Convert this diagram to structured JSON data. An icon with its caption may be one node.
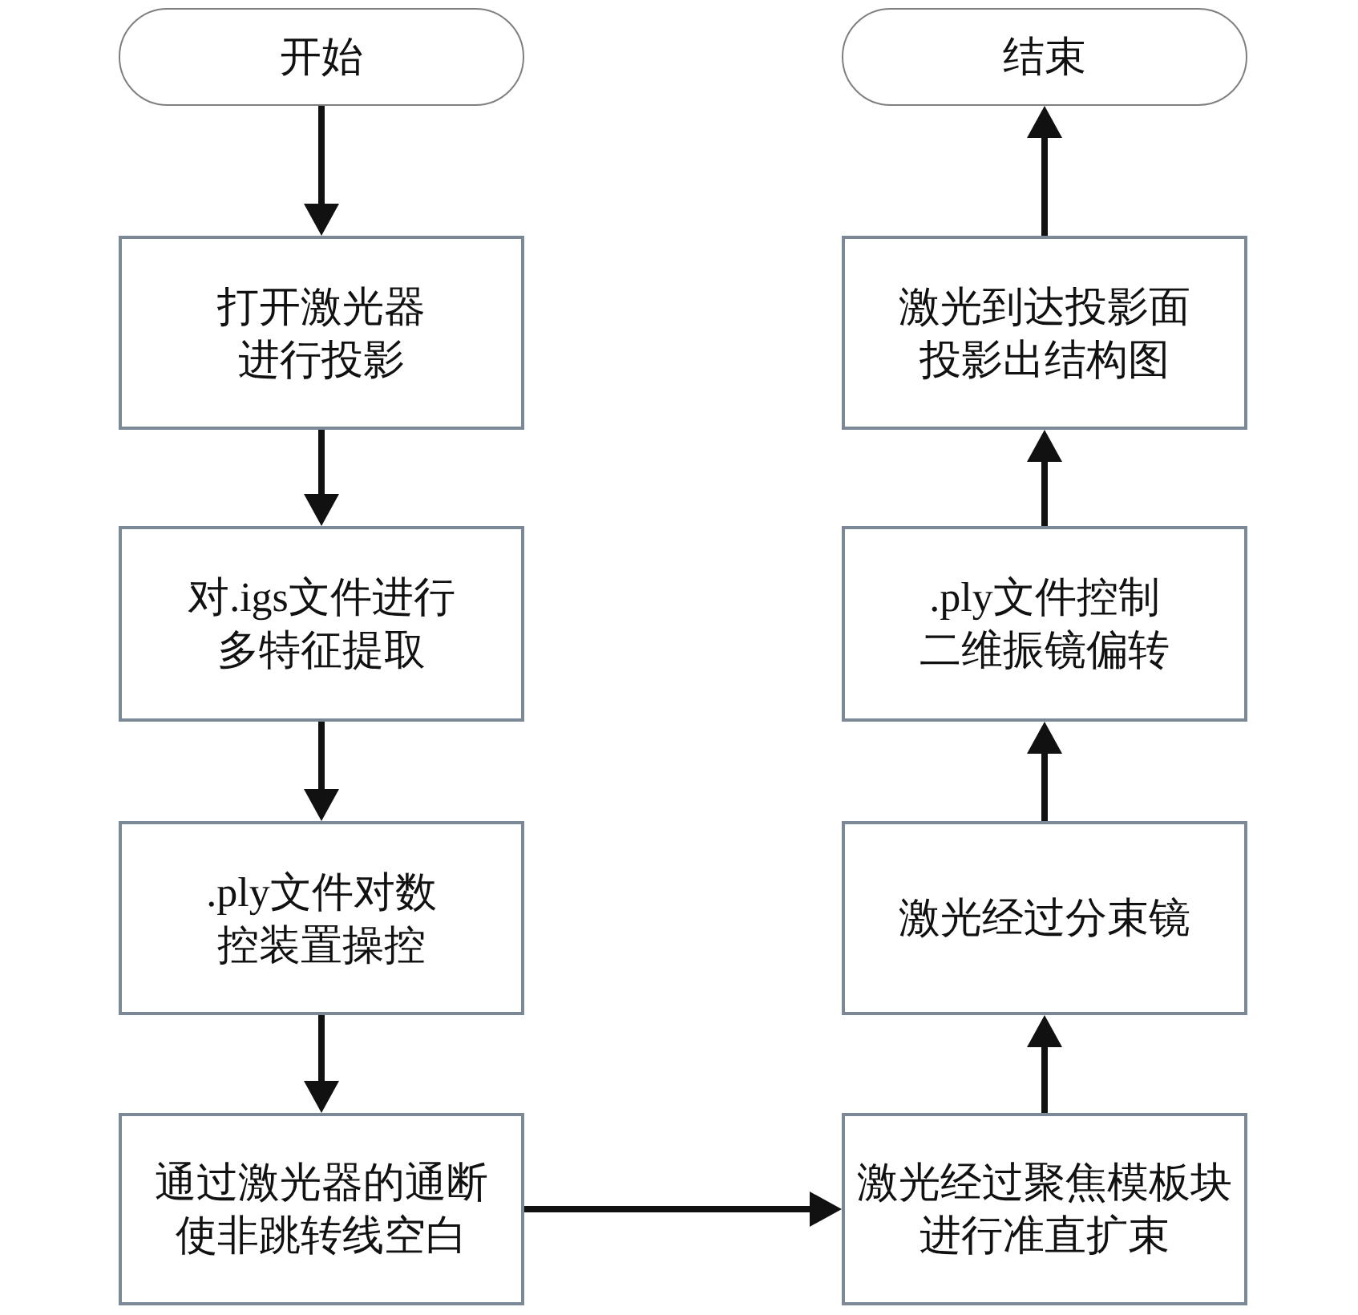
{
  "diagram": {
    "nodes": [
      {
        "text": [
          "开始"
        ]
      },
      {
        "text": [
          "结束"
        ]
      },
      {
        "text": [
          "打开激光器进行投影"
        ]
      },
      {
        "text": [
          "激光到达投影面投影出结构图"
        ]
      },
      {
        "text": [
          "对.igs文件进行多特征提取"
        ]
      },
      {
        "text": [
          ".ply文件控制二维振镜偏转"
        ]
      },
      {
        "text": [
          ".ply文件对数控装置操控"
        ]
      },
      {
        "text": [
          "激光经过分束镜"
        ]
      },
      {
        "text": [
          "通过激光器的通断使非跳转线空白"
        ]
      },
      {
        "text": [
          "激光经过聚焦模板块进行准直扩束"
        ]
      }
    ],
    "edges": [
      {
        "from": 0,
        "to": 2,
        "arrow": "to"
      },
      {
        "from": 2,
        "to": 4,
        "arrow": "to"
      },
      {
        "from": 4,
        "to": 6,
        "arrow": "to"
      },
      {
        "from": 6,
        "to": 8,
        "arrow": "to"
      },
      {
        "from": 8,
        "to": 9,
        "arrow": "to"
      },
      {
        "from": 9,
        "to": 7,
        "arrow": "to"
      },
      {
        "from": 7,
        "to": 5,
        "arrow": "to"
      },
      {
        "from": 5,
        "to": 3,
        "arrow": "to"
      },
      {
        "from": 3,
        "to": 1,
        "arrow": "to"
      }
    ]
  }
}
